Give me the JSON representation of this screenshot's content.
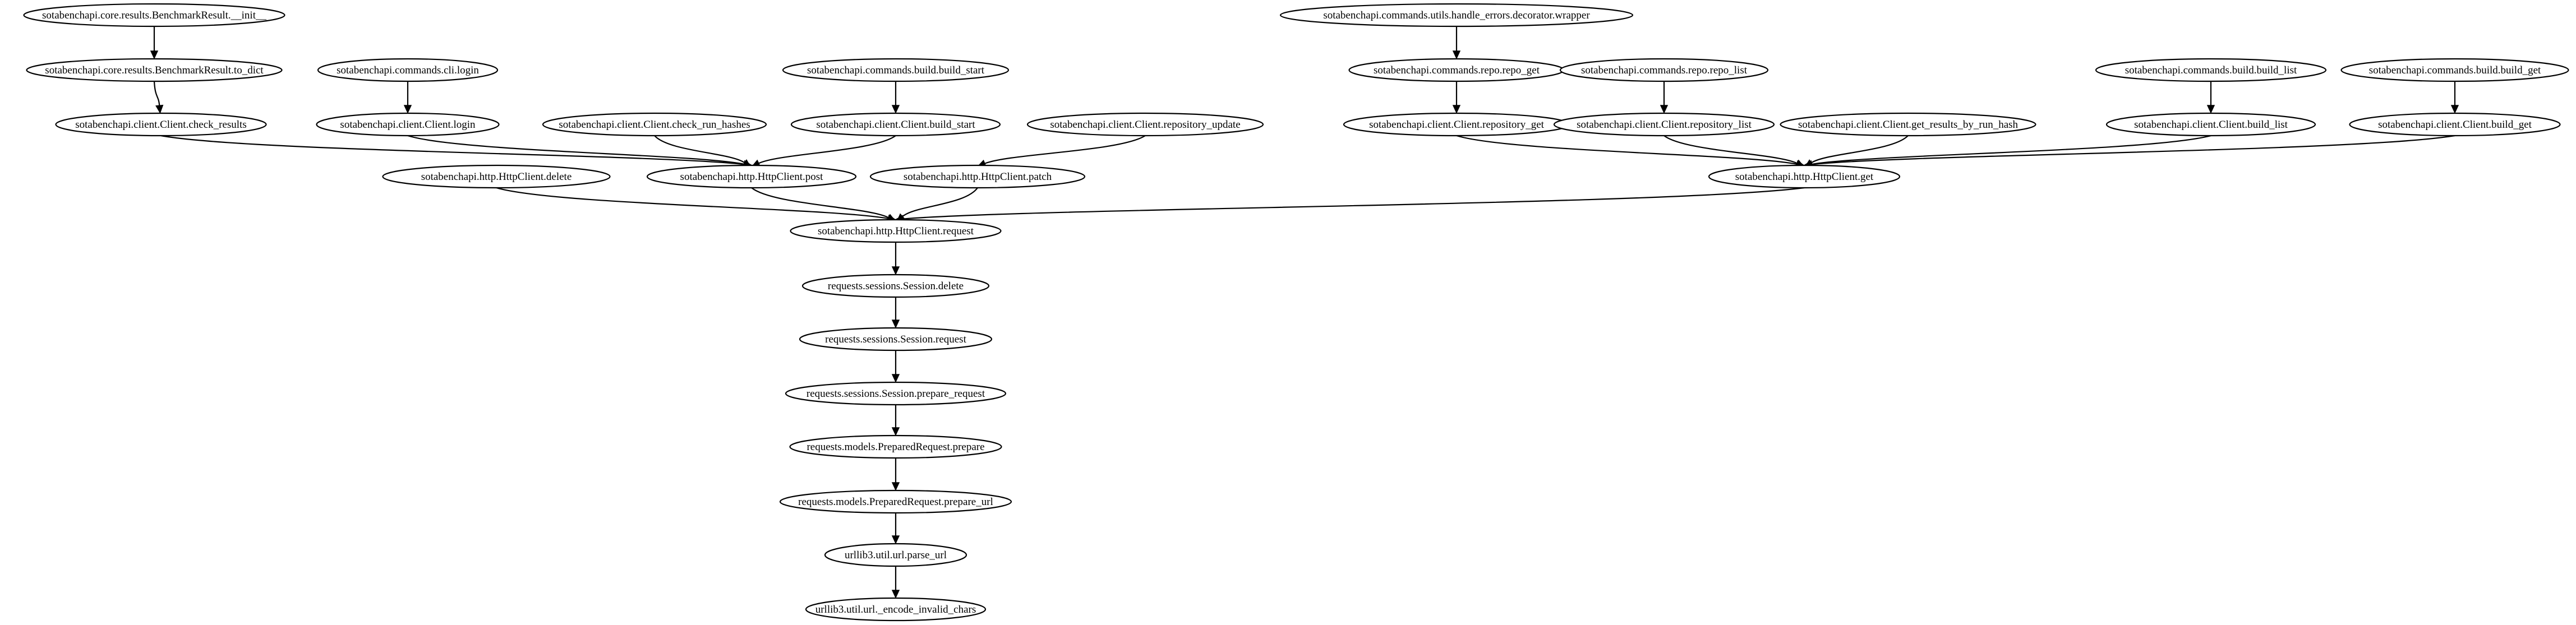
{
  "nodes": [
    {
      "id": "n01",
      "label": "sotabenchapi.core.results.BenchmarkResult.__init__"
    },
    {
      "id": "n02",
      "label": "sotabenchapi.core.results.BenchmarkResult.to_dict"
    },
    {
      "id": "n03",
      "label": "sotabenchapi.client.Client.check_results"
    },
    {
      "id": "n04",
      "label": "sotabenchapi.commands.cli.login"
    },
    {
      "id": "n05",
      "label": "sotabenchapi.client.Client.login"
    },
    {
      "id": "n06",
      "label": "sotabenchapi.client.Client.check_run_hashes"
    },
    {
      "id": "n07",
      "label": "sotabenchapi.commands.build.build_start"
    },
    {
      "id": "n08",
      "label": "sotabenchapi.client.Client.build_start"
    },
    {
      "id": "n09",
      "label": "sotabenchapi.client.Client.repository_update"
    },
    {
      "id": "n10",
      "label": "sotabenchapi.commands.utils.handle_errors.decorator.wrapper"
    },
    {
      "id": "n11",
      "label": "sotabenchapi.commands.repo.repo_get"
    },
    {
      "id": "n12",
      "label": "sotabenchapi.client.Client.repository_get"
    },
    {
      "id": "n13",
      "label": "sotabenchapi.commands.repo.repo_list"
    },
    {
      "id": "n14",
      "label": "sotabenchapi.client.Client.repository_list"
    },
    {
      "id": "n15",
      "label": "sotabenchapi.client.Client.get_results_by_run_hash"
    },
    {
      "id": "n16",
      "label": "sotabenchapi.commands.build.build_list"
    },
    {
      "id": "n17",
      "label": "sotabenchapi.client.Client.build_list"
    },
    {
      "id": "n18",
      "label": "sotabenchapi.commands.build.build_get"
    },
    {
      "id": "n19",
      "label": "sotabenchapi.client.Client.build_get"
    },
    {
      "id": "n20",
      "label": "sotabenchapi.http.HttpClient.delete"
    },
    {
      "id": "n21",
      "label": "sotabenchapi.http.HttpClient.post"
    },
    {
      "id": "n22",
      "label": "sotabenchapi.http.HttpClient.patch"
    },
    {
      "id": "n23",
      "label": "sotabenchapi.http.HttpClient.get"
    },
    {
      "id": "n24",
      "label": "sotabenchapi.http.HttpClient.request"
    },
    {
      "id": "n25",
      "label": "requests.sessions.Session.delete"
    },
    {
      "id": "n26",
      "label": "requests.sessions.Session.request"
    },
    {
      "id": "n27",
      "label": "requests.sessions.Session.prepare_request"
    },
    {
      "id": "n28",
      "label": "requests.models.PreparedRequest.prepare"
    },
    {
      "id": "n29",
      "label": "requests.models.PreparedRequest.prepare_url"
    },
    {
      "id": "n30",
      "label": "urllib3.util.url.parse_url"
    },
    {
      "id": "n31",
      "label": "urllib3.util.url._encode_invalid_chars"
    }
  ],
  "edges": [
    {
      "from": "n01",
      "to": "n02"
    },
    {
      "from": "n02",
      "to": "n03"
    },
    {
      "from": "n03",
      "to": "n21"
    },
    {
      "from": "n04",
      "to": "n05"
    },
    {
      "from": "n05",
      "to": "n21"
    },
    {
      "from": "n06",
      "to": "n21"
    },
    {
      "from": "n07",
      "to": "n08"
    },
    {
      "from": "n08",
      "to": "n21"
    },
    {
      "from": "n09",
      "to": "n22"
    },
    {
      "from": "n10",
      "to": "n11"
    },
    {
      "from": "n11",
      "to": "n12"
    },
    {
      "from": "n12",
      "to": "n23"
    },
    {
      "from": "n13",
      "to": "n14"
    },
    {
      "from": "n14",
      "to": "n23"
    },
    {
      "from": "n15",
      "to": "n23"
    },
    {
      "from": "n16",
      "to": "n17"
    },
    {
      "from": "n17",
      "to": "n23"
    },
    {
      "from": "n18",
      "to": "n19"
    },
    {
      "from": "n19",
      "to": "n23"
    },
    {
      "from": "n20",
      "to": "n24"
    },
    {
      "from": "n21",
      "to": "n24"
    },
    {
      "from": "n22",
      "to": "n24"
    },
    {
      "from": "n23",
      "to": "n24"
    },
    {
      "from": "n24",
      "to": "n25"
    },
    {
      "from": "n25",
      "to": "n26"
    },
    {
      "from": "n26",
      "to": "n27"
    },
    {
      "from": "n27",
      "to": "n28"
    },
    {
      "from": "n28",
      "to": "n29"
    },
    {
      "from": "n29",
      "to": "n30"
    },
    {
      "from": "n30",
      "to": "n31"
    }
  ]
}
